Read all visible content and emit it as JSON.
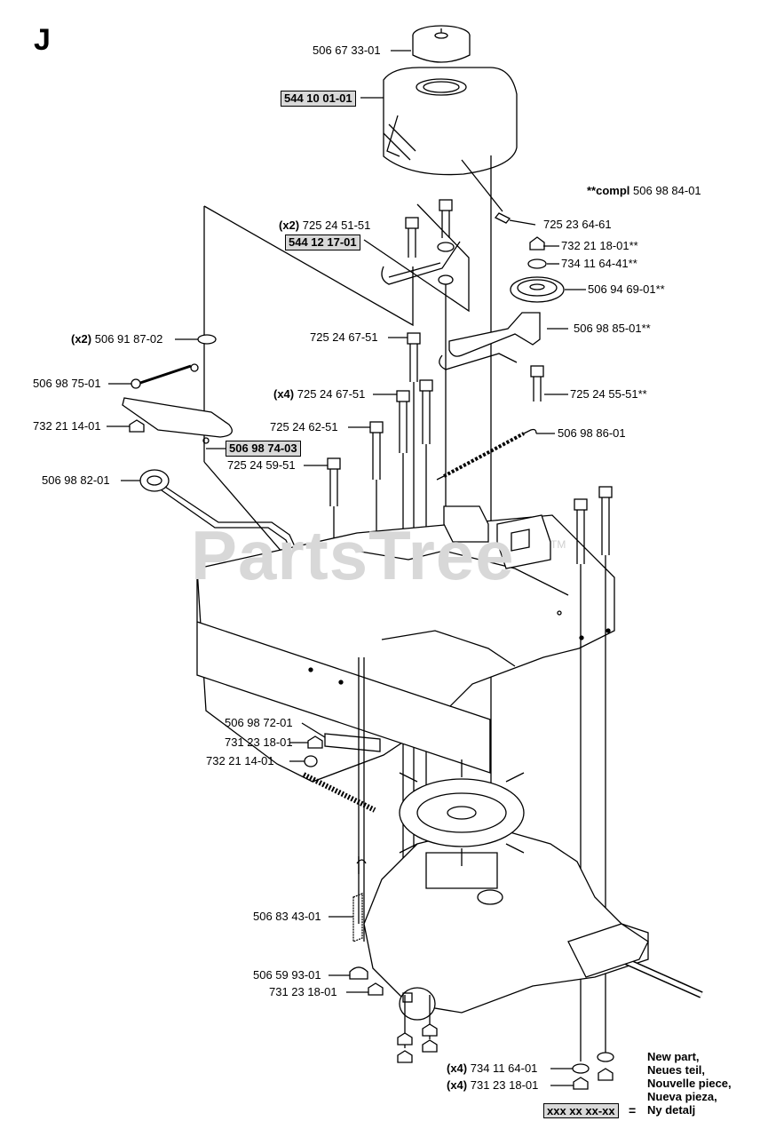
{
  "section_letter": "J",
  "watermark": "PartsTree",
  "watermark_tm": "TM",
  "compl_note": {
    "prefix": "**compl",
    "number": "506 98 84-01"
  },
  "labels": {
    "fuel_cap": "506 67 33-01",
    "fuel_tank": "544 10 01-01",
    "tank_screw": "725 23 64-61",
    "bolt_qty": "(x2)",
    "bolt_725_24_51_51": "725 24 51-51",
    "bracket": "544 12 17-01",
    "nut_732_21_18_01": "732 21 18-01**",
    "washer_734_11_64_41": "734 11 64-41**",
    "pulley": "506 94 69-01**",
    "idler_arm": "506 98 85-01**",
    "washer_qty": "(x2)",
    "washer_506_91_87_02": "506 91 87-02",
    "bolt_725_24_67_51_a": "725 24 67-51",
    "rod_end": "506 98 75-01",
    "bolt4_qty": "(x4)",
    "bolt_725_24_67_51_b": "725 24 67-51",
    "bolt_725_24_55_51": "725 24 55-51**",
    "nut_732_21_14_01_a": "732 21 14-01",
    "bolt_725_24_62_51": "725 24 62-51",
    "spring_506_98_86_01": "506 98 86-01",
    "lever": "506 98 74-03",
    "bolt_725_24_59_51": "725 24 59-51",
    "handle_rod": "506 98 82-01",
    "plate_506_98_72_01": "506 98 72-01",
    "nut_731_23_18_01_a": "731 23 18-01",
    "nut_732_21_14_01_b": "732 21 14-01",
    "spring_506_83_43_01": "506 83 43-01",
    "link_506_59_93_01": "506 59 93-01",
    "nut_731_23_18_01_b": "731 23 18-01",
    "washer4_qty": "(x4)",
    "washer_734_11_64_01": "734 11 64-01",
    "nut4_qty": "(x4)",
    "nut_731_23_18_01_c": "731 23 18-01"
  },
  "legend": {
    "lines": [
      "New part,",
      "Neues teil,",
      "Nouvelle piece,",
      "Nueva pieza,",
      "Ny detalj"
    ],
    "code": "xxx xx xx-xx",
    "equals": "="
  }
}
